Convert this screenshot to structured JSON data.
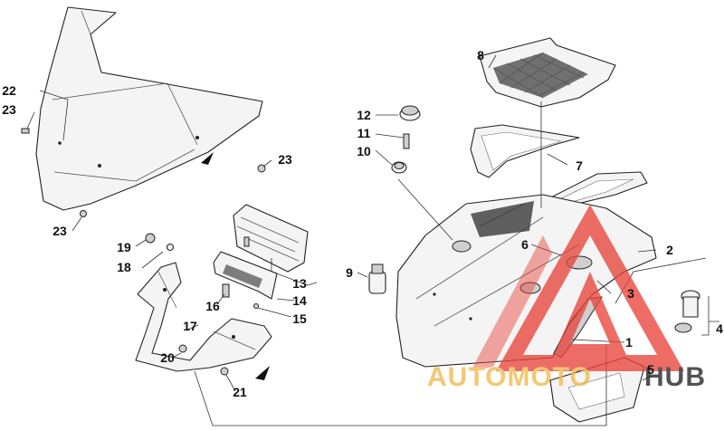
{
  "callouts": [
    {
      "id": "c1",
      "text": "1"
    },
    {
      "id": "c2",
      "text": "2"
    },
    {
      "id": "c3",
      "text": "3"
    },
    {
      "id": "c4",
      "text": "4"
    },
    {
      "id": "c5",
      "text": "5"
    },
    {
      "id": "c6",
      "text": "6"
    },
    {
      "id": "c7",
      "text": "7"
    },
    {
      "id": "c8",
      "text": "8"
    },
    {
      "id": "c9",
      "text": "9"
    },
    {
      "id": "c10",
      "text": "10"
    },
    {
      "id": "c11",
      "text": "11"
    },
    {
      "id": "c12",
      "text": "12"
    },
    {
      "id": "c13",
      "text": "13"
    },
    {
      "id": "c14",
      "text": "14"
    },
    {
      "id": "c15",
      "text": "15"
    },
    {
      "id": "c16",
      "text": "16"
    },
    {
      "id": "c17",
      "text": "17"
    },
    {
      "id": "c18",
      "text": "18"
    },
    {
      "id": "c19",
      "text": "19"
    },
    {
      "id": "c20",
      "text": "20"
    },
    {
      "id": "c21",
      "text": "21"
    },
    {
      "id": "c22",
      "text": "22"
    },
    {
      "id": "c23a",
      "text": "23"
    },
    {
      "id": "c23b",
      "text": "23"
    },
    {
      "id": "c23c",
      "text": "23"
    }
  ],
  "watermark": {
    "part1": "AUTOMOTO",
    "part2": "HUB",
    "color_primary": "#e8453c",
    "color_secondary": "#f2b84b"
  }
}
